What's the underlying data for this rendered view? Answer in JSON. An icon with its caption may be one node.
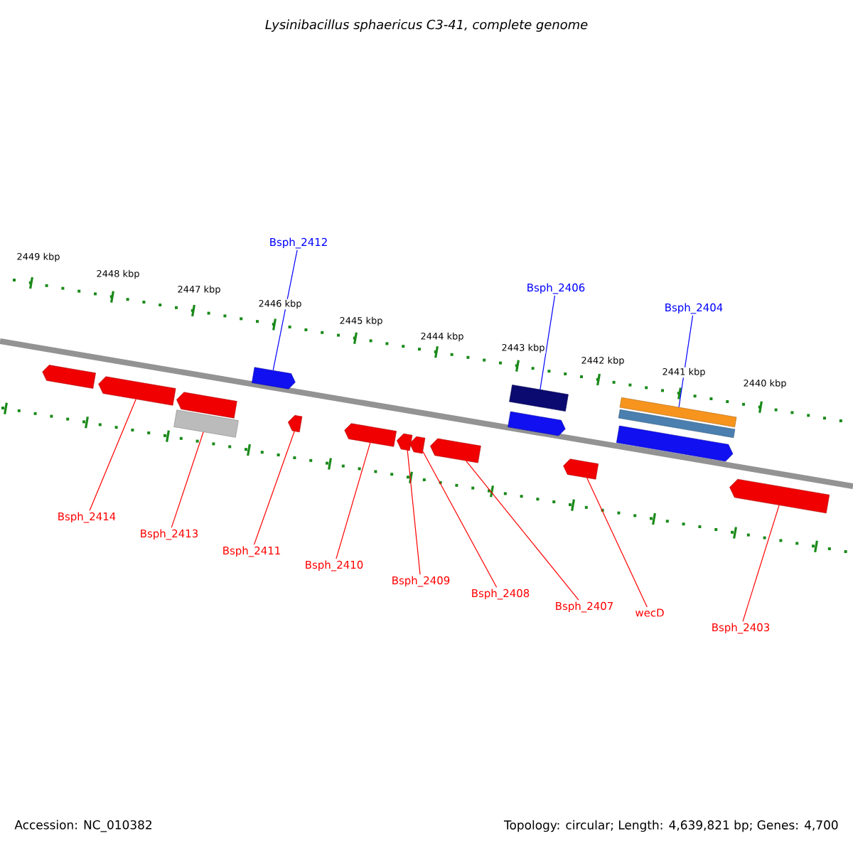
{
  "diagram": {
    "title": "Lysinibacillus sphaericus C3-41, complete genome",
    "nodes": [
      {
        "text": [
          "Bsph_2412"
        ]
      },
      {
        "text": [
          "Bsph_2406"
        ]
      },
      {
        "text": [
          "Bsph_2404"
        ]
      },
      {
        "text": [
          "Bsph_2414"
        ]
      },
      {
        "text": [
          "Bsph_2413"
        ]
      },
      {
        "text": [
          "Bsph_2411"
        ]
      },
      {
        "text": [
          "Bsph_2410"
        ]
      },
      {
        "text": [
          "Bsph_2409"
        ]
      },
      {
        "text": [
          "Bsph_2408"
        ]
      },
      {
        "text": [
          "Bsph_2407"
        ]
      },
      {
        "text": [
          "wecD"
        ]
      },
      {
        "text": [
          "Bsph_2403"
        ]
      },
      {
        "text": [],
        "shape": "box"
      },
      {
        "text": [],
        "shape": "box"
      },
      {
        "text": [],
        "shape": "bar"
      },
      {
        "text": [],
        "shape": "box"
      },
      {
        "text": [],
        "shape": "box"
      },
      {
        "text": [],
        "shape": "box"
      },
      {
        "text": [],
        "shape": "box"
      },
      {
        "text": [],
        "shape": "box"
      },
      {
        "text": [],
        "shape": "box"
      },
      {
        "text": [],
        "shape": "box"
      },
      {
        "text": [],
        "shape": "bar"
      },
      {
        "text": [],
        "shape": "box"
      },
      {
        "text": [],
        "shape": "box"
      },
      {
        "text": [],
        "shape": "bar"
      },
      {
        "text": [],
        "shape": "bar"
      },
      {
        "text": [],
        "shape": "box"
      },
      {
        "text": [],
        "shape": "box"
      }
    ],
    "edges": [
      {
        "from": 0,
        "to": 16,
        "arrow": "none",
        "color": "#0000ff"
      },
      {
        "from": 1,
        "to": 22,
        "arrow": "none",
        "color": "#0000ff"
      },
      {
        "from": 2,
        "to": 25,
        "arrow": "none",
        "color": "#0000ff"
      },
      {
        "from": 3,
        "to": 13,
        "arrow": "none"
      },
      {
        "from": 4,
        "to": 14,
        "arrow": "none"
      },
      {
        "from": 5,
        "to": 17,
        "arrow": "none"
      },
      {
        "from": 6,
        "to": 18,
        "arrow": "none"
      },
      {
        "from": 7,
        "to": 19,
        "arrow": "none"
      },
      {
        "from": 8,
        "to": 20,
        "arrow": "none"
      },
      {
        "from": 9,
        "to": 21,
        "arrow": "none"
      },
      {
        "from": 10,
        "to": 24,
        "arrow": "none"
      },
      {
        "from": 11,
        "to": 28,
        "arrow": "none"
      }
    ],
    "labels": [
      "2449 kbp",
      "2448 kbp",
      "2447 kbp",
      "2446 kbp",
      "2445 kbp",
      "2444 kbp",
      "2443 kbp",
      "2442 kbp",
      "2441 kbp",
      "2440 kbp",
      "Accession: NC_010382",
      "Topology: circular; Length: 4,639,821 bp; Genes: 4,700"
    ]
  }
}
